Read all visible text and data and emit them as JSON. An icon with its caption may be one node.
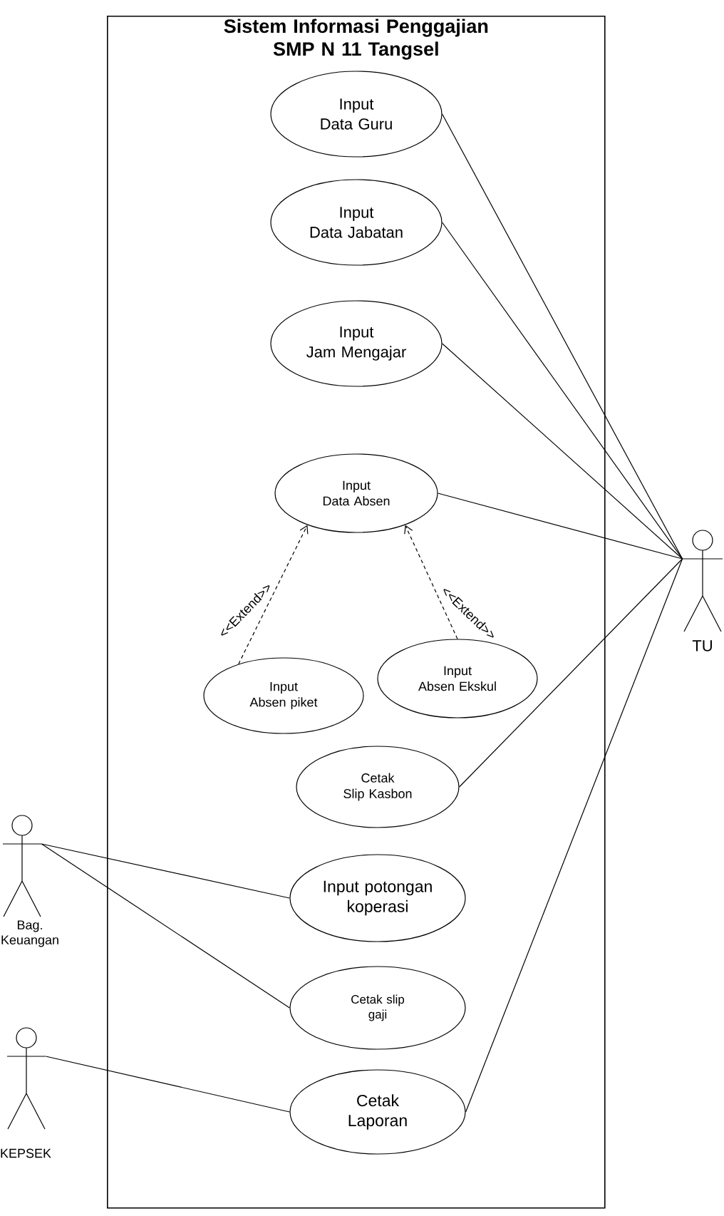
{
  "diagram": {
    "nodes": [
      {
        "text": [
          "Sistem Informasi Penggajian SMP N 11 Tangsel"
        ]
      },
      {
        "text": [
          "Input Data Guru"
        ],
        "in": 0
      },
      {
        "text": [
          "Input Data Jabatan"
        ],
        "in": 0
      },
      {
        "text": [
          "Input Jam Mengajar"
        ],
        "in": 0
      },
      {
        "text": [
          "Input Data Absen"
        ],
        "in": 0
      },
      {
        "text": [
          "Input Absen piket"
        ],
        "in": 0
      },
      {
        "text": [
          "Input Absen Ekskul"
        ],
        "in": 0
      },
      {
        "text": [
          "Cetak Slip Kasbon"
        ],
        "in": 0
      },
      {
        "text": [
          "Input potongan koperasi"
        ],
        "in": 0
      },
      {
        "text": [
          "Cetak slip gaji"
        ],
        "in": 0
      },
      {
        "text": [
          "Cetak Laporan"
        ],
        "in": 0
      },
      {
        "text": [
          "TU"
        ]
      },
      {
        "text": [
          "Bag. Keuangan"
        ]
      },
      {
        "text": [
          "KEPSEK"
        ]
      }
    ],
    "edges": [
      {
        "from": 11,
        "to": 1,
        "arrow": "none"
      },
      {
        "from": 11,
        "to": 2,
        "arrow": "none"
      },
      {
        "from": 11,
        "to": 3,
        "arrow": "none"
      },
      {
        "from": 11,
        "to": 4,
        "arrow": "none"
      },
      {
        "from": 11,
        "to": 7,
        "arrow": "none"
      },
      {
        "from": 11,
        "to": 10,
        "arrow": "none"
      },
      {
        "from": 5,
        "to": 4,
        "arrow": "to",
        "style": "dashed",
        "label": "<<Extend>>"
      },
      {
        "from": 6,
        "to": 4,
        "arrow": "to",
        "style": "dashed",
        "label": "<<Extend>>"
      },
      {
        "from": 12,
        "to": 8,
        "arrow": "none"
      },
      {
        "from": 12,
        "to": 9,
        "arrow": "none"
      },
      {
        "from": 13,
        "to": 10,
        "arrow": "none"
      }
    ]
  }
}
